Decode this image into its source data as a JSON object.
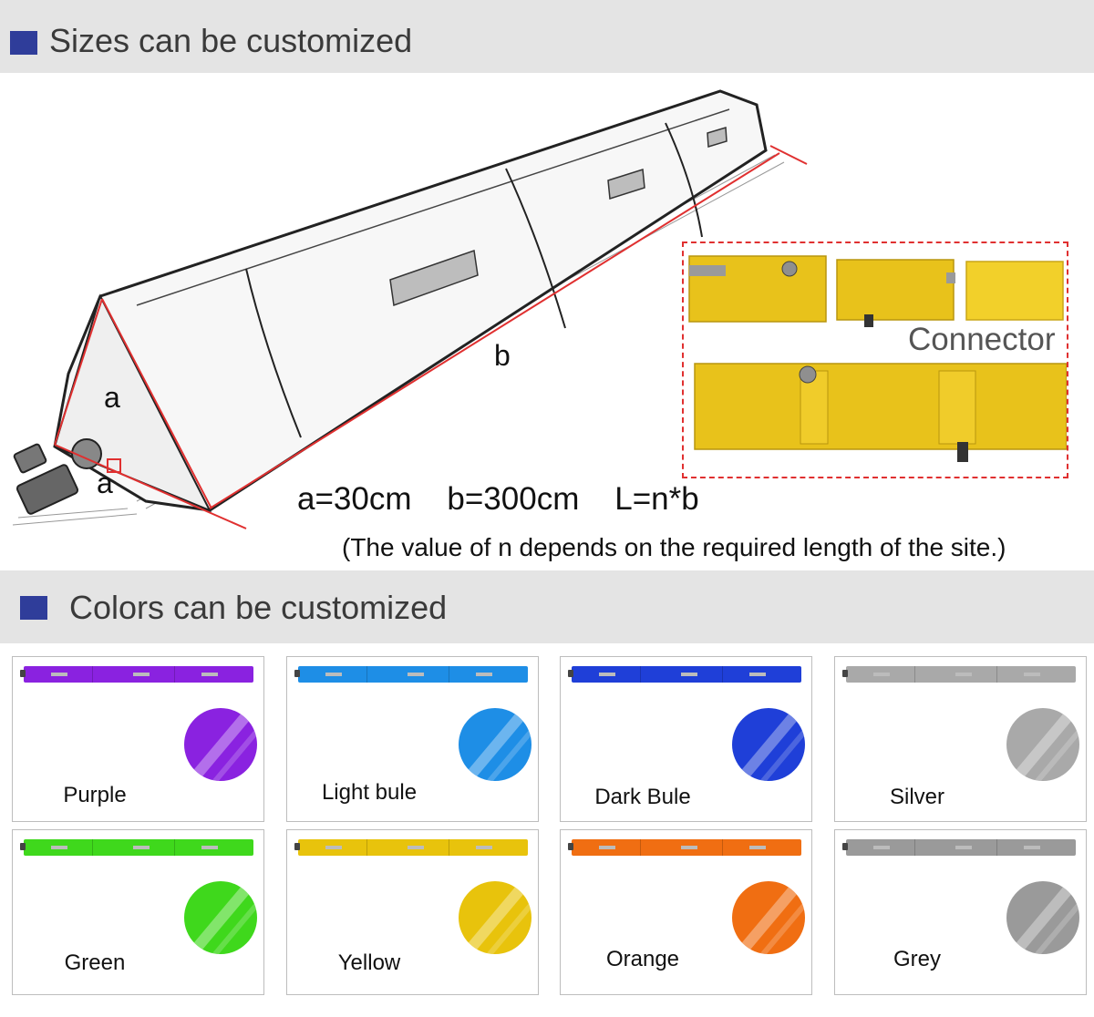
{
  "sections": {
    "sizes_title": "Sizes can be customized",
    "colors_title": "Colors can be customized"
  },
  "diagram": {
    "label_a_side": "a",
    "label_a_base": "a",
    "label_b": "b",
    "dimensions": "a=30cm    b=300cm    L=n*b",
    "note": "(The value of n depends on the required length of the site.)",
    "connector_label": "Connector"
  },
  "colors": [
    {
      "name": "Purple",
      "hex": "#8a22e0"
    },
    {
      "name": "Light bule",
      "hex": "#1e8ee6"
    },
    {
      "name": "Dark Bule",
      "hex": "#1f3fd8"
    },
    {
      "name": "Silver",
      "hex": "#a9a9a9"
    },
    {
      "name": "Green",
      "hex": "#3fd81c"
    },
    {
      "name": "Yellow",
      "hex": "#e8c30c"
    },
    {
      "name": "Orange",
      "hex": "#f06e12"
    },
    {
      "name": "Grey",
      "hex": "#9a9a9a"
    }
  ],
  "connector_color": "#e8c21b",
  "accent": "#2f3d9a",
  "dimension_line_color": "#e03030"
}
